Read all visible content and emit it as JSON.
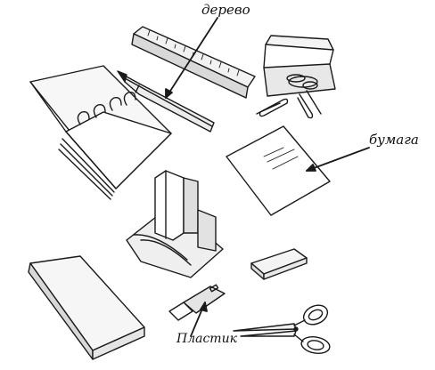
{
  "labels": {
    "wood": "дерево",
    "paper": "бумага",
    "plastic": "Пластик"
  },
  "colors": {
    "ink": "#1a1a1a",
    "background": "#ffffff"
  }
}
